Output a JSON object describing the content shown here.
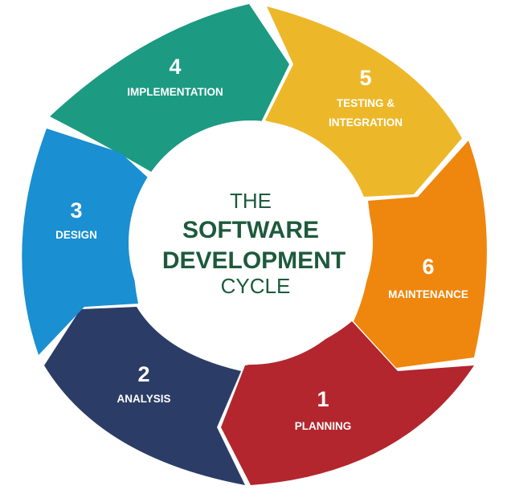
{
  "center": {
    "line1": "THE",
    "line2": "SOFTWARE",
    "line3": "DEVELOPMENT",
    "line4": "CYCLE",
    "color": "#1d5a3c"
  },
  "stages": [
    {
      "id": "planning",
      "number": "1",
      "label": "PLANNING",
      "color": "#b3262d"
    },
    {
      "id": "analysis",
      "number": "2",
      "label": "ANALYSIS",
      "color": "#2b3d66"
    },
    {
      "id": "design",
      "number": "3",
      "label": "DESIGN",
      "color": "#1a8fd1"
    },
    {
      "id": "implementation",
      "number": "4",
      "label": "IMPLEMENTATION",
      "color": "#1c9a82"
    },
    {
      "id": "testing",
      "number": "5",
      "label_line1": "TESTING &",
      "label_line2": "INTEGRATION",
      "color": "#ecb82a"
    },
    {
      "id": "maintenance",
      "number": "6",
      "label": "MAINTENANCE",
      "color": "#ef860e"
    }
  ]
}
